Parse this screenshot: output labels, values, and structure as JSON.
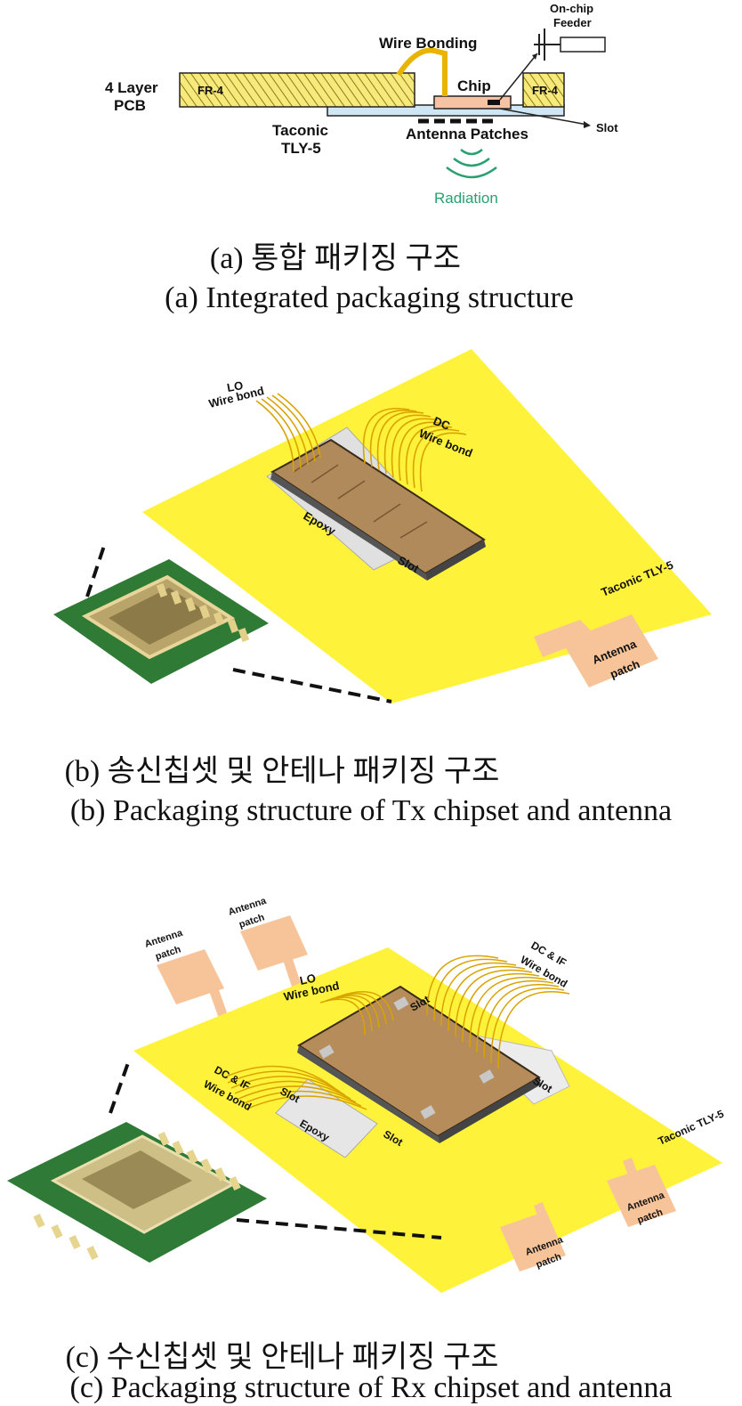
{
  "panel_a": {
    "labels": {
      "layer": "4 Layer",
      "pcb": "PCB",
      "fr4_left": "FR-4",
      "fr4_right": "FR-4",
      "wire_bonding": "Wire Bonding",
      "chip": "Chip",
      "on_chip": "On-chip",
      "feeder": "Feeder",
      "taconic": "Taconic",
      "tly5": "TLY-5",
      "antenna_patches": "Antenna Patches",
      "slot": "Slot",
      "radiation": "Radiation"
    },
    "caption_ko": "(a) 통합 패키징 구조",
    "caption_en": "(a) Integrated packaging structure"
  },
  "panel_b": {
    "labels": {
      "lo": "LO",
      "lo_wire": "Wire bond",
      "dc": "DC",
      "dc_wire": "Wire bond",
      "epoxy": "Epoxy",
      "slot": "Slot",
      "taconic": "Taconic TLY-5",
      "antenna": "Antenna",
      "patch": "patch"
    },
    "caption_ko": "(b) 송신칩셋 및 안테나 패키징 구조",
    "caption_en": "(b) Packaging structure of Tx chipset and antenna"
  },
  "panel_c": {
    "labels": {
      "antenna_a": "Antenna",
      "patch_a": "patch",
      "antenna_b": "Antenna",
      "patch_b": "patch",
      "lo": "LO",
      "lo_wire": "Wire bond",
      "dcif_top": "DC & IF",
      "dcif_top_wire": "Wire bond",
      "slot_top": "Slot",
      "slot_right": "Slot",
      "dcif_left": "DC & IF",
      "dcif_left_wire": "Wire bond",
      "slot_left": "Slot",
      "epoxy": "Epoxy",
      "slot_bottom": "Slot",
      "taconic": "Taconic TLY-5",
      "antenna_c": "Antenna",
      "patch_c": "patch",
      "antenna_d": "Antenna",
      "patch_d": "patch"
    },
    "caption_ko": "(c) 수신칩셋 및 안테나 패키징 구조",
    "caption_en": "(c) Packaging structure of Rx chipset and antenna"
  },
  "colors": {
    "substrate": "#fff23a",
    "patch": "#f7c49a",
    "wire": "#e0b000",
    "radiation": "#2aa070",
    "chip": "#f6c2a4"
  }
}
